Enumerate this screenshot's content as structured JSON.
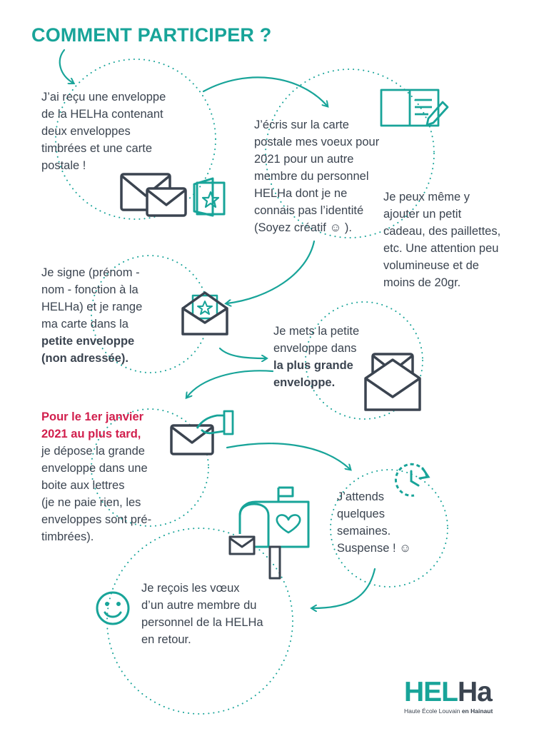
{
  "title": "COMMENT PARTICIPER ?",
  "steps": {
    "s1": [
      "J’ai reçu une enveloppe",
      "de la HELHa contenant",
      "deux enveloppes",
      "timbrées et une carte",
      "postale !"
    ],
    "s2": [
      "J’écris sur la carte",
      "postale mes voeux pour",
      "2021 pour un autre",
      "membre du personnel",
      "HELHa dont je ne",
      "connais pas l’identité",
      "(Soyez créatif ☺ )."
    ],
    "s3": [
      "Je peux même y",
      "ajouter un petit",
      "cadeau, des paillettes,",
      "etc. Une attention peu",
      "volumineuse et de",
      "moins de 20gr."
    ],
    "s4": [
      "Je signe (prénom -",
      "nom - fonction à la",
      "HELHa) et je range",
      "ma carte dans la"
    ],
    "s4_bold": [
      "petite enveloppe",
      "(non adressée)."
    ],
    "s5": [
      "Je mets la petite",
      "enveloppe dans"
    ],
    "s5_bold": [
      "la plus grande",
      "enveloppe."
    ],
    "s6_red": [
      "Pour le 1er janvier",
      "2021 au plus tard,"
    ],
    "s6": [
      "je dépose la grande",
      "enveloppe dans une",
      "boite aux lettres",
      "(je ne paie rien, les",
      "enveloppes sont pré-",
      "timbrées)."
    ],
    "s7": [
      "J’attends",
      "quelques",
      "semaines.",
      "Suspense ! ☺"
    ],
    "s8": [
      "Je reçois les vœux",
      "d’un autre membre du",
      "personnel de la HELHa",
      "en retour."
    ]
  },
  "logo": {
    "main_a": "HEL",
    "main_b": "Ha",
    "sub": "Haute École Louvain",
    "sub_bold": "en Hainaut"
  },
  "colors": {
    "teal": "#18a499",
    "dark": "#3b4450",
    "red": "#d11f4d"
  },
  "icons": [
    "envelopes-icon",
    "star-card-icon",
    "notebook-pen-icon",
    "open-envelope-star-icon",
    "nested-envelopes-icon",
    "hand-envelope-icon",
    "clock-icon",
    "mailbox-heart-icon",
    "smiley-icon"
  ]
}
